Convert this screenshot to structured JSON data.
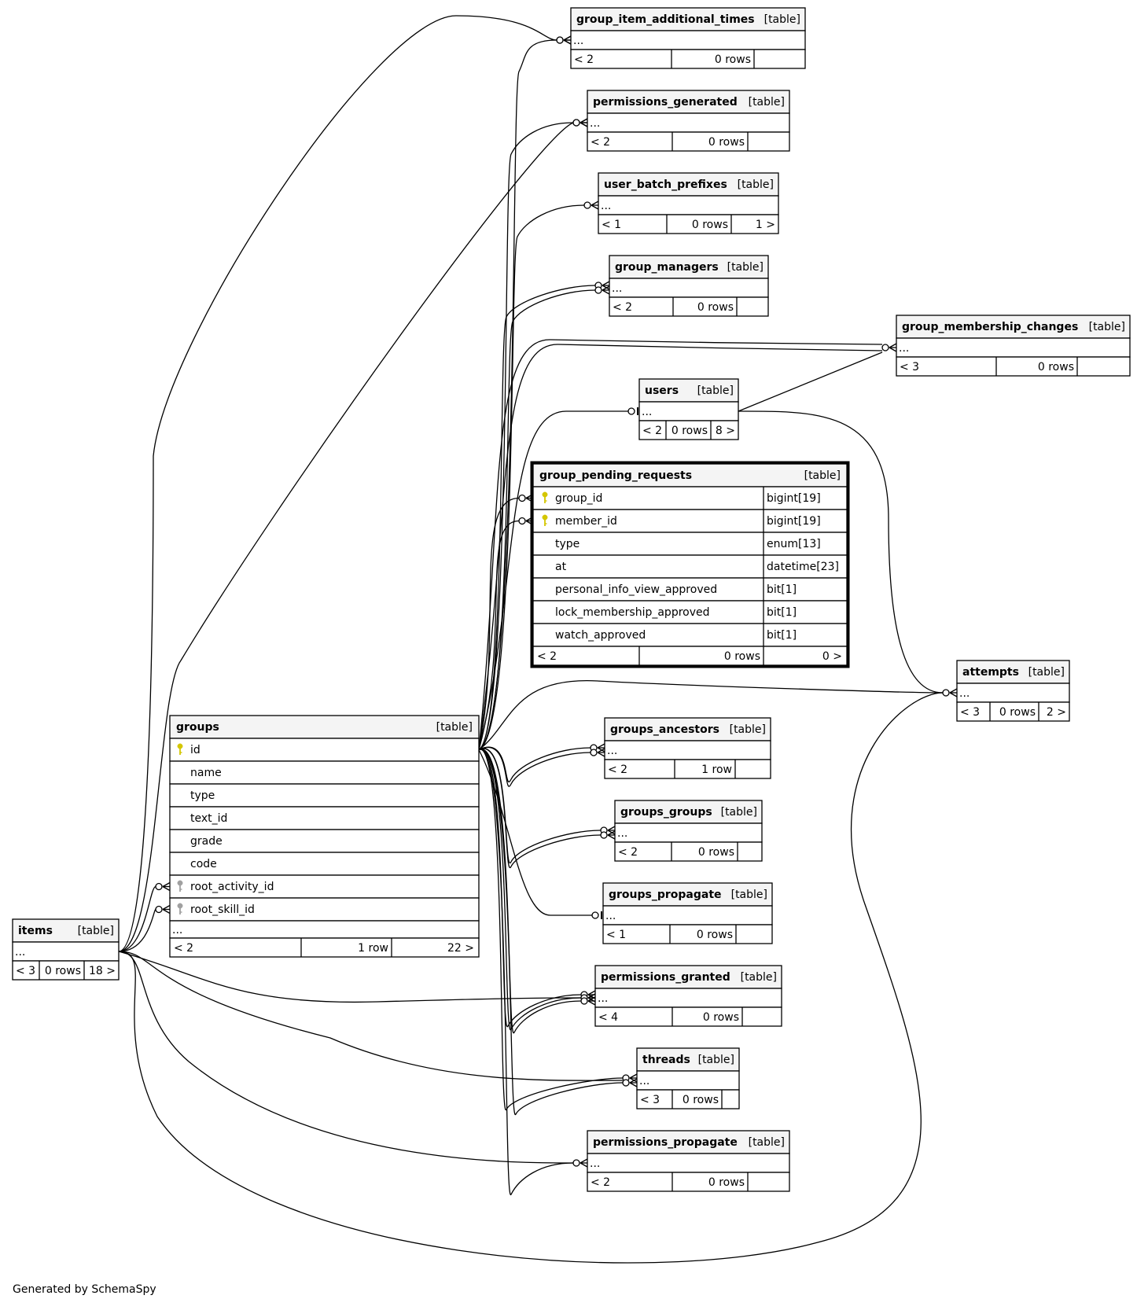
{
  "footer": "Generated by SchemaSpy",
  "tables": {
    "group_item_additional_times": {
      "name": "group_item_additional_times",
      "kind": "[table]",
      "ellipsis": "...",
      "parents": "< 2",
      "rows": "0 rows",
      "children": ""
    },
    "permissions_generated": {
      "name": "permissions_generated",
      "kind": "[table]",
      "ellipsis": "...",
      "parents": "< 2",
      "rows": "0 rows",
      "children": ""
    },
    "user_batch_prefixes": {
      "name": "user_batch_prefixes",
      "kind": "[table]",
      "ellipsis": "...",
      "parents": "< 1",
      "rows": "0 rows",
      "children": "1 >"
    },
    "group_managers": {
      "name": "group_managers",
      "kind": "[table]",
      "ellipsis": "...",
      "parents": "< 2",
      "rows": "0 rows",
      "children": ""
    },
    "group_membership_changes": {
      "name": "group_membership_changes",
      "kind": "[table]",
      "ellipsis": "...",
      "parents": "< 3",
      "rows": "0 rows",
      "children": ""
    },
    "users": {
      "name": "users",
      "kind": "[table]",
      "ellipsis": "...",
      "parents": "< 2",
      "rows": "0 rows",
      "children": "8 >"
    },
    "group_pending_requests": {
      "name": "group_pending_requests",
      "kind": "[table]",
      "columns": [
        {
          "name": "group_id",
          "type": "bigint[19]",
          "key": "primary"
        },
        {
          "name": "member_id",
          "type": "bigint[19]",
          "key": "primary"
        },
        {
          "name": "type",
          "type": "enum[13]",
          "key": ""
        },
        {
          "name": "at",
          "type": "datetime[23]",
          "key": ""
        },
        {
          "name": "personal_info_view_approved",
          "type": "bit[1]",
          "key": ""
        },
        {
          "name": "lock_membership_approved",
          "type": "bit[1]",
          "key": ""
        },
        {
          "name": "watch_approved",
          "type": "bit[1]",
          "key": ""
        }
      ],
      "parents": "< 2",
      "rows": "0 rows",
      "children": "0 >"
    },
    "attempts": {
      "name": "attempts",
      "kind": "[table]",
      "ellipsis": "...",
      "parents": "< 3",
      "rows": "0 rows",
      "children": "2 >"
    },
    "groups": {
      "name": "groups",
      "kind": "[table]",
      "columns": [
        {
          "name": "id",
          "key": "primary"
        },
        {
          "name": "name",
          "key": ""
        },
        {
          "name": "type",
          "key": ""
        },
        {
          "name": "text_id",
          "key": ""
        },
        {
          "name": "grade",
          "key": ""
        },
        {
          "name": "code",
          "key": ""
        },
        {
          "name": "root_activity_id",
          "key": "foreign"
        },
        {
          "name": "root_skill_id",
          "key": "foreign"
        }
      ],
      "ellipsis": "...",
      "parents": "< 2",
      "rows": "1 row",
      "children": "22 >"
    },
    "groups_ancestors": {
      "name": "groups_ancestors",
      "kind": "[table]",
      "ellipsis": "...",
      "parents": "< 2",
      "rows": "1 row",
      "children": ""
    },
    "groups_groups": {
      "name": "groups_groups",
      "kind": "[table]",
      "ellipsis": "...",
      "parents": "< 2",
      "rows": "0 rows",
      "children": ""
    },
    "groups_propagate": {
      "name": "groups_propagate",
      "kind": "[table]",
      "ellipsis": "...",
      "parents": "< 1",
      "rows": "0 rows",
      "children": ""
    },
    "permissions_granted": {
      "name": "permissions_granted",
      "kind": "[table]",
      "ellipsis": "...",
      "parents": "< 4",
      "rows": "0 rows",
      "children": ""
    },
    "threads": {
      "name": "threads",
      "kind": "[table]",
      "ellipsis": "...",
      "parents": "< 3",
      "rows": "0 rows",
      "children": ""
    },
    "permissions_propagate": {
      "name": "permissions_propagate",
      "kind": "[table]",
      "ellipsis": "...",
      "parents": "< 2",
      "rows": "0 rows",
      "children": ""
    },
    "items": {
      "name": "items",
      "kind": "[table]",
      "ellipsis": "...",
      "parents": "< 3",
      "rows": "0 rows",
      "children": "18 >"
    }
  },
  "colors": {
    "border": "#000000",
    "header_bg": "#f4f4f4",
    "primary_key_icon": "#d4c600",
    "foreign_key_icon": "#a0a0a0"
  },
  "relationships": [
    {
      "from": "groups",
      "to": "group_item_additional_times"
    },
    {
      "from": "items",
      "to": "group_item_additional_times"
    },
    {
      "from": "groups",
      "to": "permissions_generated"
    },
    {
      "from": "items",
      "to": "permissions_generated"
    },
    {
      "from": "groups",
      "to": "user_batch_prefixes"
    },
    {
      "from": "groups",
      "to": "group_managers"
    },
    {
      "from": "groups",
      "to": "group_managers"
    },
    {
      "from": "groups",
      "to": "group_membership_changes"
    },
    {
      "from": "groups",
      "to": "group_membership_changes"
    },
    {
      "from": "users",
      "to": "group_membership_changes"
    },
    {
      "from": "groups",
      "to": "users"
    },
    {
      "from": "users",
      "to": "attempts"
    },
    {
      "from": "groups",
      "to": "attempts"
    },
    {
      "from": "items",
      "to": "attempts"
    },
    {
      "from": "groups",
      "to": "group_pending_requests"
    },
    {
      "from": "groups",
      "to": "group_pending_requests"
    },
    {
      "from": "groups",
      "to": "groups_ancestors"
    },
    {
      "from": "groups",
      "to": "groups_ancestors"
    },
    {
      "from": "groups",
      "to": "groups_groups"
    },
    {
      "from": "groups",
      "to": "groups_groups"
    },
    {
      "from": "groups",
      "to": "groups_propagate"
    },
    {
      "from": "groups",
      "to": "permissions_granted"
    },
    {
      "from": "groups",
      "to": "permissions_granted"
    },
    {
      "from": "groups",
      "to": "permissions_granted"
    },
    {
      "from": "items",
      "to": "permissions_granted"
    },
    {
      "from": "groups",
      "to": "threads"
    },
    {
      "from": "groups",
      "to": "threads"
    },
    {
      "from": "items",
      "to": "threads"
    },
    {
      "from": "groups",
      "to": "permissions_propagate"
    },
    {
      "from": "items",
      "to": "permissions_propagate"
    },
    {
      "from": "items",
      "to": "groups"
    },
    {
      "from": "items",
      "to": "groups"
    }
  ]
}
